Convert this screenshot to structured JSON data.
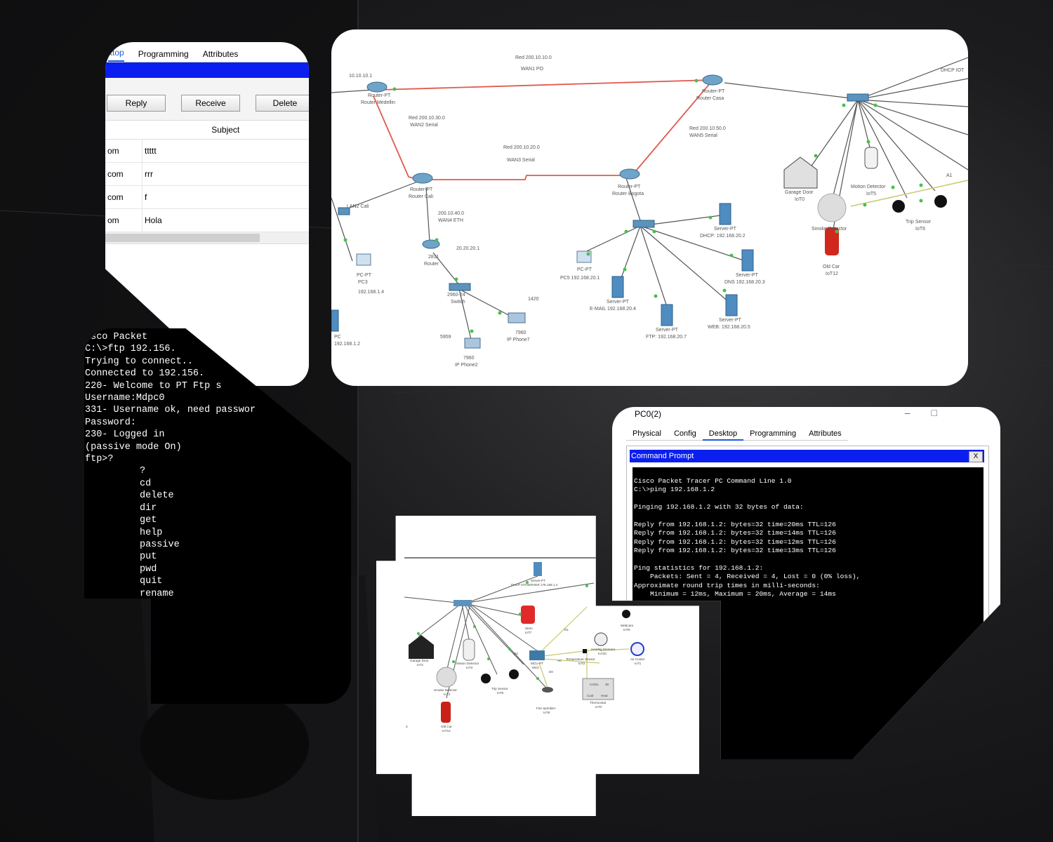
{
  "email": {
    "tabs": [
      "ktop",
      "Programming",
      "Attributes"
    ],
    "buttons": [
      "Reply",
      "Receive",
      "Delete"
    ],
    "header_subject": "Subject",
    "rows": [
      {
        "from": "om",
        "subject": "ttttt"
      },
      {
        "from": "com",
        "subject": "rrr"
      },
      {
        "from": "com",
        "subject": "f"
      },
      {
        "from": "om",
        "subject": "Hola"
      }
    ]
  },
  "terminal": {
    "lines": [
      "isco Packet",
      "C:\\>ftp 192.156.",
      "Trying to connect..",
      "Connected to 192.156.",
      "220- Welcome to PT Ftp s",
      "Username:Mdpc0",
      "331- Username ok, need passwor",
      "Password:",
      "230- Logged in",
      "(passive mode On)",
      "ftp>?"
    ],
    "commands": [
      "?",
      "cd",
      "delete",
      "dir",
      "get",
      "help",
      "passive",
      "put",
      "pwd",
      "quit",
      "rename"
    ]
  },
  "topology": {
    "labels": {
      "wan1": "Red 200.10.10.0",
      "wan1b": "WAN1 PO",
      "wan2": "Red 200.10.30.0",
      "wan2b": "WAN2 Serial",
      "wan3": "Red 200.10.20.0",
      "wan3b": "WAN3 Serial",
      "wan5": "Red 200.10.50.0",
      "wan5b": "WAN5 Serial",
      "wan4": "200.10.40.0",
      "wan4b": "WAN4 ETH",
      "r_med": "Router-PT",
      "r_med2": "Router Medellin",
      "r_cas": "Router-PT",
      "r_cas2": "Router Casa",
      "r_cal": "Router-PT",
      "r_cal2": "Router Cali",
      "r_bog": "Router-PT",
      "r_bog2": "Router Bogota",
      "ip_top": "10.10.10.1",
      "lan": "LAN2 Cali",
      "pc3": "PC-PT",
      "pc3b": "PC3",
      "pc3ip": "192.168.1.4",
      "pc5": "PC-PT",
      "pc5b": "PC5 192.168.20.1",
      "ip_20": "20.20.20.1",
      "r2811": "2811",
      "r2811b": "Router",
      "sw": "2960-24",
      "swb": "Switch",
      "n1420": "1420",
      "ipphone": "7960",
      "ipphoneb": "IP Phone7",
      "n5959": "5959",
      "ipphone2": "7960",
      "ipphone2b": "IP Phone2",
      "srv_dhcp": "Server-PT",
      "srv_dhcpb": "DHCP: 192.168.20.2",
      "srv_dns": "Server-PT",
      "srv_dnsb": "DNS 192.168.20.3",
      "srv_mail": "Server-PT",
      "srv_mailb": "E-MAIL 192.168.20.4",
      "srv_ftp": "Server-PT",
      "srv_ftpb": "FTP: 192.168.20.7",
      "srv_web": "Server-PT",
      "srv_webb": "WEB: 192.168.20.5",
      "garage": "Garage Door",
      "garageb": "IoT0",
      "motion": "Motion Detector",
      "motionb": "IoT5",
      "smoke": "Smoke Detector",
      "car": "Old Car",
      "carb": "IoT12",
      "trip": "Trip Sensor",
      "tripb": "IoT6",
      "a1": "A1",
      "dhcp_cut": "DHCP IOT",
      "pc_left": "PC",
      "pc_left_ip": "192.168.1.2"
    }
  },
  "iot": {
    "labels": {
      "server": "Server-PT",
      "server2": "DHCP IOTSERVER 178.168.1.4",
      "garage": "Garage Door",
      "garage2": "IoT1",
      "siren": "Siren",
      "siren2": "IoT7",
      "motion": "Motion Detector",
      "motion2": "IoT3",
      "smoke": "Smoke Detector",
      "smoke2": "IoT4",
      "trip": "Trip Sensor",
      "trip2": "IoT5",
      "mcu": "MCU-PT",
      "mcu2": "MC0",
      "heating": "Heating Element",
      "heating2": "IoT20",
      "temp": "Temperature Sensor",
      "temp2": "IoT2",
      "cooler": "Air Cooler",
      "cooler2": "IoT1",
      "thermo": "Thermostat",
      "thermo2": "IoT0",
      "sprinkler": "Fire Sprinkler",
      "sprinkler2": "IoT8",
      "webcam": "Webcam",
      "webcam2": "IoT9",
      "car": "Old Car",
      "car2": "IoT12",
      "d1": "D1",
      "d2": "D2",
      "a0": "A0",
      "d0": "D0",
      "cool": "COOL",
      "cool_n": "30",
      "cool_btn": "Cool",
      "heat_btn": "Heat",
      "three": "3"
    }
  },
  "cmd": {
    "window_title": "PC0(2)",
    "tabs": [
      "Physical",
      "Config",
      "Desktop",
      "Programming",
      "Attributes"
    ],
    "prompt_title": "Command Prompt",
    "close": "X",
    "lines": [
      "Cisco Packet Tracer PC Command Line 1.0",
      "C:\\>ping 192.168.1.2",
      "",
      "Pinging 192.168.1.2 with 32 bytes of data:",
      "",
      "Reply from 192.168.1.2: bytes=32 time=20ms TTL=126",
      "Reply from 192.168.1.2: bytes=32 time=14ms TTL=126",
      "Reply from 192.168.1.2: bytes=32 time=12ms TTL=126",
      "Reply from 192.168.1.2: bytes=32 time=13ms TTL=126",
      "",
      "Ping statistics for 192.168.1.2:",
      "    Packets: Sent = 4, Received = 4, Lost = 0 (0% loss),",
      "Approximate round trip times in milli-seconds:",
      "    Minimum = 12ms, Maximum = 20ms, Average = 14ms"
    ]
  }
}
